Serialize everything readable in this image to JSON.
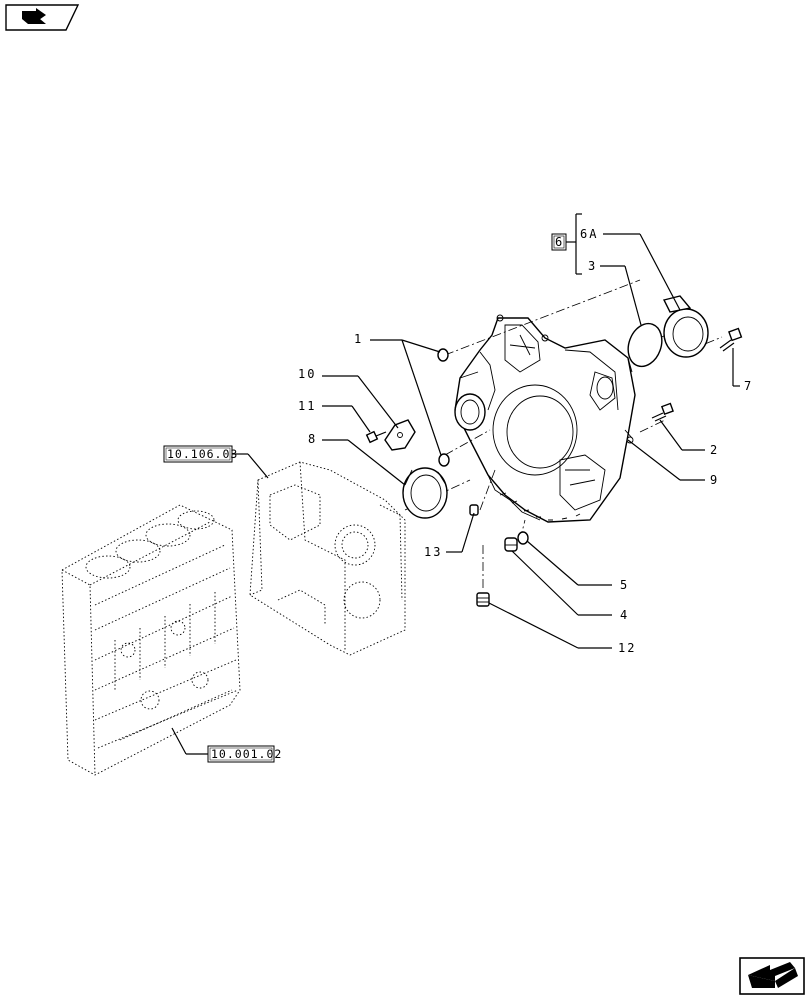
{
  "callouts": {
    "c1": "1",
    "c2": "2",
    "c3": "3",
    "c4": "4",
    "c5": "5",
    "c6": "6",
    "c6a": "6A",
    "c7": "7",
    "c8": "8",
    "c9": "9",
    "c10": "10",
    "c11": "11",
    "c12": "12",
    "c13": "13"
  },
  "references": {
    "ref_cover": "10.106.03",
    "ref_block": "10.001.02"
  },
  "icons": {
    "top_nav": "previous-page-icon",
    "bottom_nav": "next-page-icon"
  }
}
